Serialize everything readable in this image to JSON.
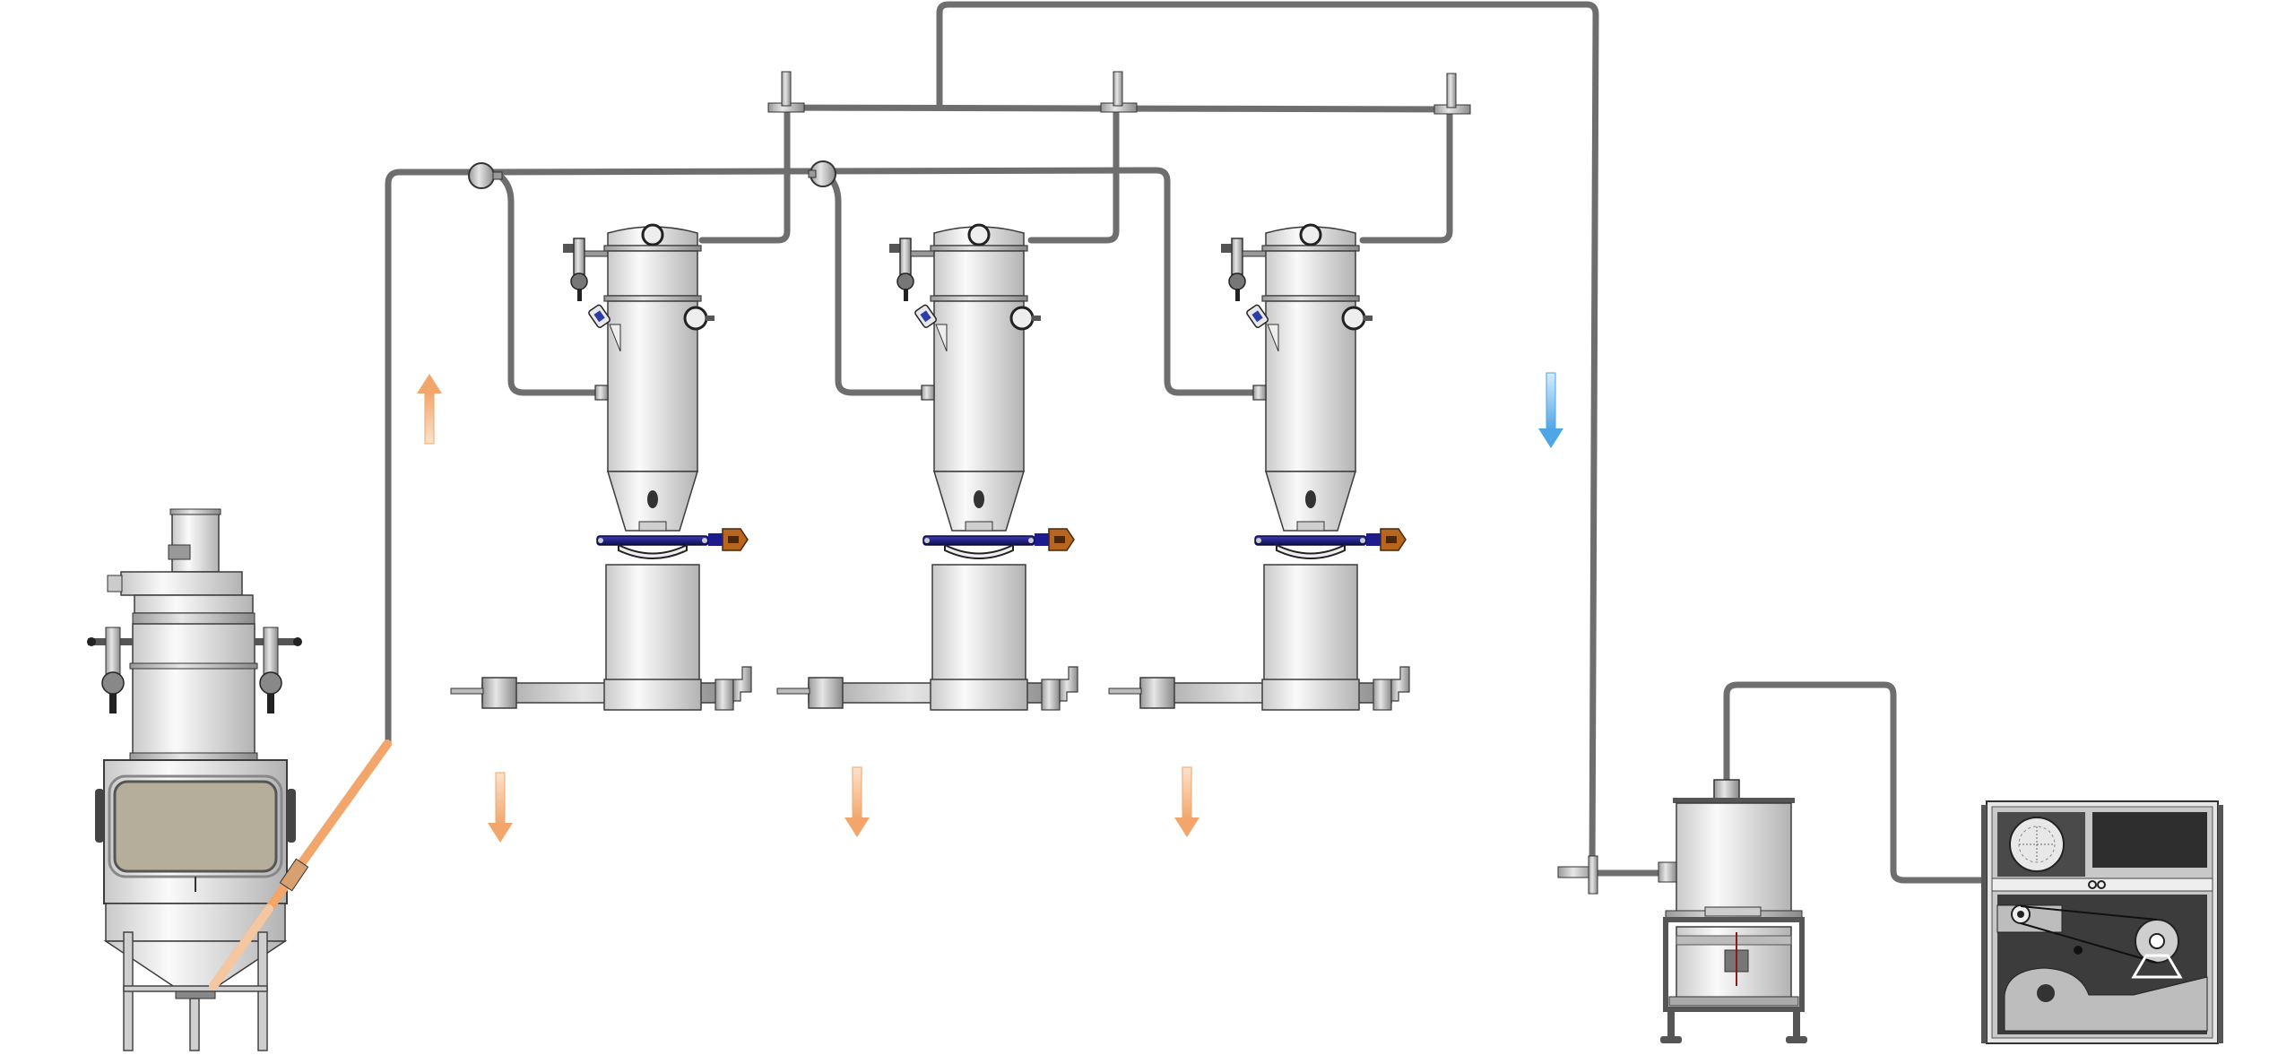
{
  "diagram": {
    "type": "pneumatic-conveying-process-flow",
    "colors": {
      "pipe": "#6e6e6e",
      "vessel_light": "#f2f2f2",
      "vessel_dark": "#bdbdbd",
      "outline": "#3c3c3c",
      "material_flow": "#f2a66b",
      "return_flow": "#5aaee8",
      "flange": "#1c1c8c",
      "valve_actuator": "#b8651e",
      "window": "#b5ae9a",
      "cabinet": "#3a3a3a"
    },
    "components": [
      {
        "name": "bag-dump-station",
        "kind": "feed hopper with filter"
      },
      {
        "name": "vacuum-receiver-1",
        "kind": "vacuum receiver with discharge valve"
      },
      {
        "name": "vacuum-receiver-2",
        "kind": "vacuum receiver with discharge valve"
      },
      {
        "name": "vacuum-receiver-3",
        "kind": "vacuum receiver with discharge valve"
      },
      {
        "name": "dust-filter",
        "kind": "central filter unit"
      },
      {
        "name": "vacuum-pump-cabinet",
        "kind": "vacuum generator cabinet"
      }
    ],
    "flow_arrows": [
      {
        "name": "conveying-up",
        "direction": "up",
        "color": "material_flow"
      },
      {
        "name": "discharge-1",
        "direction": "down",
        "color": "material_flow"
      },
      {
        "name": "discharge-2",
        "direction": "down",
        "color": "material_flow"
      },
      {
        "name": "discharge-3",
        "direction": "down",
        "color": "material_flow"
      },
      {
        "name": "vacuum-return",
        "direction": "down",
        "color": "return_flow"
      }
    ]
  }
}
